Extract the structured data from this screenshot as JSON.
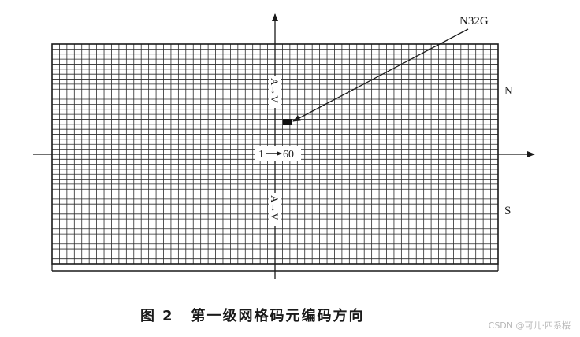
{
  "diagram": {
    "labels": {
      "code": "N32G",
      "north": "N",
      "south": "S",
      "range": "1→60",
      "range_start": "1",
      "range_end": "60",
      "north_vertical": "A→V",
      "south_vertical": "A→V"
    },
    "grid": {
      "columns": 60,
      "rows_per_half": 22
    }
  },
  "caption": {
    "figure_label": "图",
    "figure_number": "2",
    "title": "第一级网格码元编码方向"
  },
  "watermark": {
    "text": "CSDN @可儿·四系桜"
  }
}
